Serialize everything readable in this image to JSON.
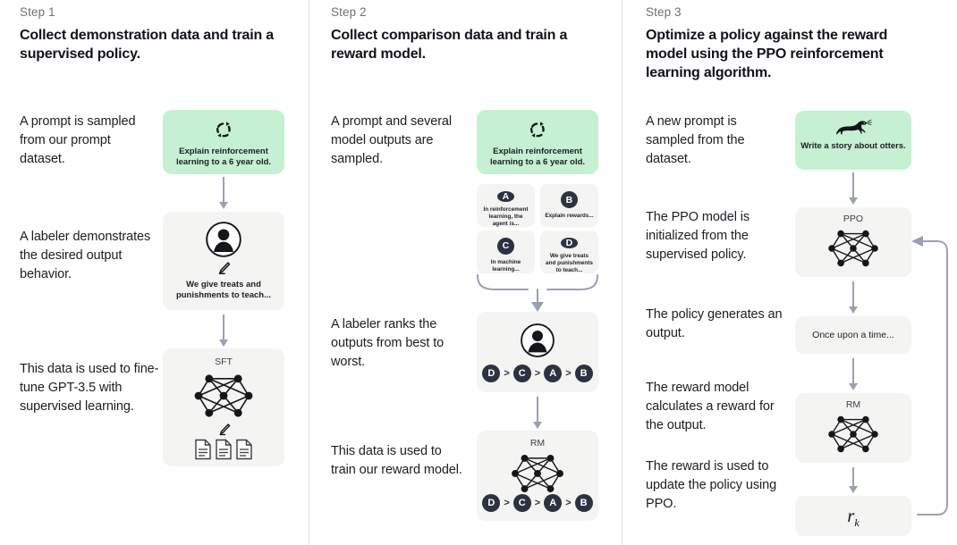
{
  "diagram": {
    "title": "RLHF three-step training diagram",
    "colors": {
      "prompt_green": "#c6f0d2",
      "card_gray": "#f4f4f2",
      "arrow": "#9aa0b4",
      "pill_navy": "#2c3242",
      "divider": "#e3e3e3",
      "text": "#14161a",
      "muted_text": "#6e7178"
    }
  },
  "steps": [
    {
      "label": "Step 1",
      "title": "Collect demonstration data and train a supervised policy.",
      "descriptions": [
        "A prompt is sampled from our prompt dataset.",
        "A labeler demonstrates the desired output behavior.",
        "This data is used to fine-tune GPT-3.5 with supervised learning."
      ],
      "prompt_card": {
        "icon": "refresh-cycle-icon",
        "text": "Explain reinforcement learning to a 6 year old."
      },
      "labeler_card": {
        "icon": "person-avatar-icon",
        "pencil": "pencil-icon",
        "text": "We give treats and punishments to teach..."
      },
      "model_card": {
        "title": "SFT",
        "icon": "neural-network-icon",
        "pencil": "pencil-icon",
        "documents": "documents-icon"
      }
    },
    {
      "label": "Step 2",
      "title": "Collect comparison data and train a reward model.",
      "descriptions": [
        "A prompt and several model outputs are sampled.",
        "A labeler ranks the outputs from best to worst.",
        "This data is used to train our reward model."
      ],
      "prompt_card": {
        "icon": "refresh-cycle-icon",
        "text": "Explain reinforcement learning to a 6 year old."
      },
      "options": [
        {
          "letter": "A",
          "text": "In reinforcement learning, the agent is..."
        },
        {
          "letter": "B",
          "text": "Explain rewards..."
        },
        {
          "letter": "C",
          "text": "In machine learning..."
        },
        {
          "letter": "D",
          "text": "We give treats and punishments to teach..."
        }
      ],
      "ranking_card": {
        "icon": "person-avatar-icon",
        "ranking": [
          "D",
          "C",
          "A",
          "B"
        ],
        "separator": ">"
      },
      "reward_model_card": {
        "title": "RM",
        "icon": "neural-network-icon",
        "ranking": [
          "D",
          "C",
          "A",
          "B"
        ],
        "separator": ">"
      }
    },
    {
      "label": "Step 3",
      "title": "Optimize a policy against the reward model using the PPO reinforcement learning algorithm.",
      "descriptions": [
        "A new prompt is sampled from the dataset.",
        "The PPO model is initialized from the supervised policy.",
        "The policy generates an output.",
        "The reward model calculates a reward for the output.",
        "The reward is used to update the policy using PPO."
      ],
      "prompt_card": {
        "icon": "otter-icon",
        "text": "Write a story about otters."
      },
      "ppo_card": {
        "title": "PPO",
        "icon": "neural-network-icon"
      },
      "output_card": {
        "text": "Once upon a time..."
      },
      "rm_card": {
        "title": "RM",
        "icon": "neural-network-icon"
      },
      "reward_card": {
        "symbol": "r",
        "subscript": "k"
      },
      "feedback_loop": "update-policy-loop-arrow"
    }
  ]
}
